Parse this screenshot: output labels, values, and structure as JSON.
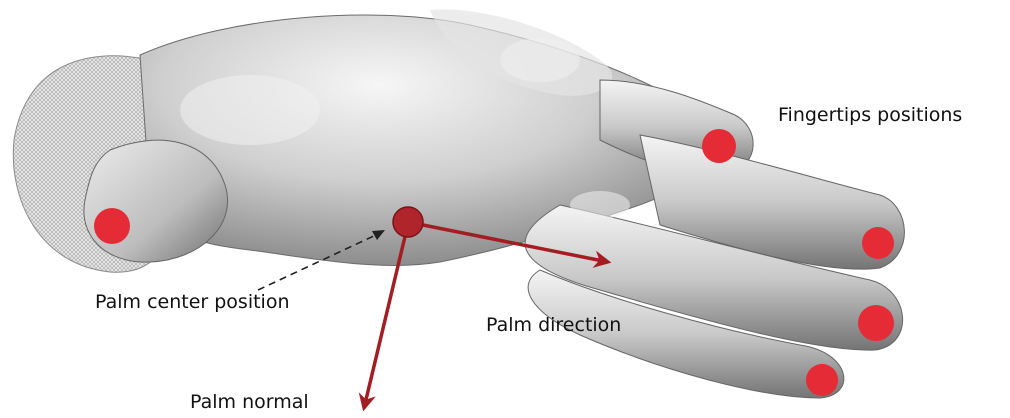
{
  "labels": {
    "fingertips": "Fingertips positions",
    "palm_center": "Palm center position",
    "palm_direction": "Palm direction",
    "palm_normal": "Palm normal"
  },
  "colors": {
    "marker": "#e42b36",
    "arrow": "#a31e22",
    "hand_light": "#f3f3f3",
    "hand_dark": "#7e7e7e"
  }
}
